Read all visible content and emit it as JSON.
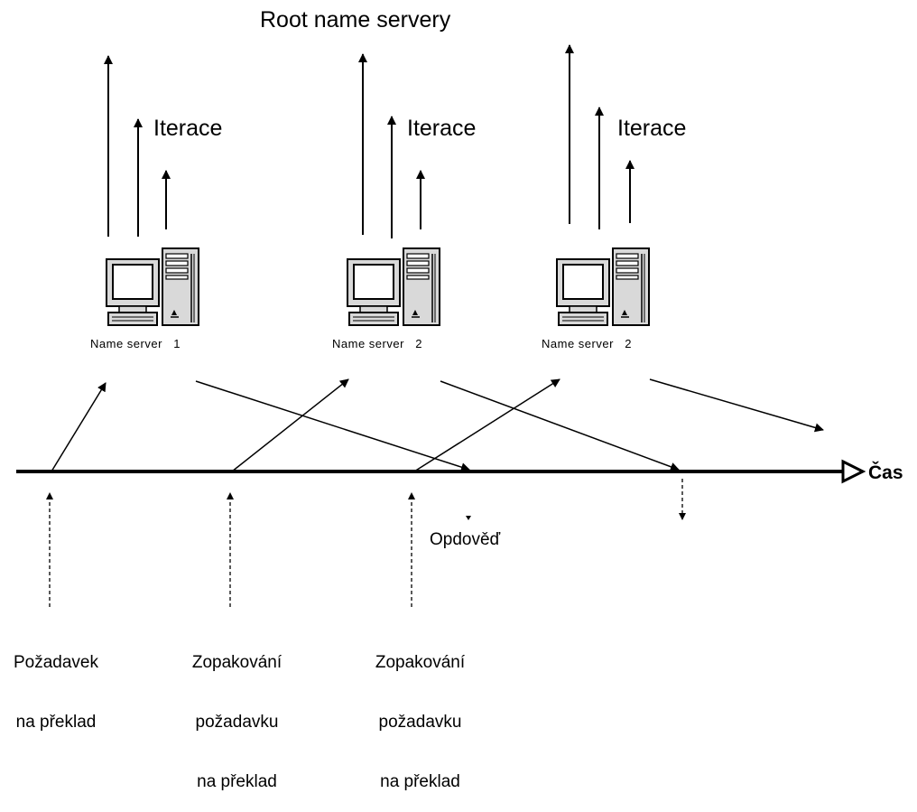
{
  "labels": {
    "root": "Root name servery",
    "iteration": "Iterace",
    "axis": "Čas",
    "response": "Opdověď"
  },
  "servers": [
    "Name server   1",
    "Name server   2",
    "Name server   2"
  ],
  "bottom_labels": [
    [
      "Požadavek",
      "na překlad"
    ],
    [
      "Zopakování",
      "požadavku",
      "na překlad"
    ],
    [
      "Zopakování",
      "požadavku",
      "na překlad"
    ]
  ]
}
